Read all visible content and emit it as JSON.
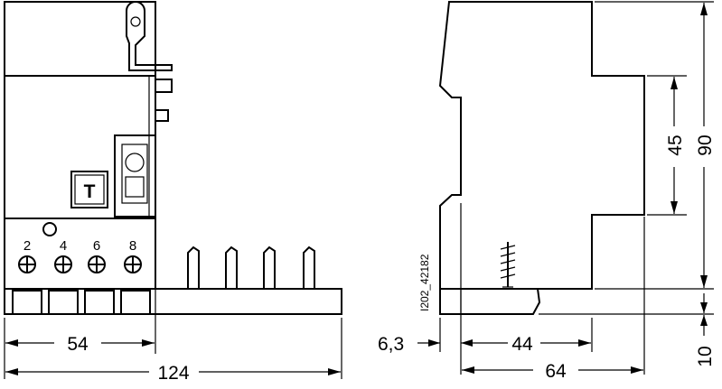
{
  "drawing_code": "I202_42182",
  "front_view": {
    "terminal_labels": [
      "2",
      "4",
      "6",
      "8"
    ],
    "test_button_label": "T",
    "dimensions": {
      "width_body": "54",
      "width_total": "124"
    }
  },
  "side_view": {
    "dimensions": {
      "offset": "6,3",
      "depth_front": "44",
      "depth_total": "64",
      "height_front": "45",
      "height_total": "90",
      "base_height": "10"
    }
  }
}
